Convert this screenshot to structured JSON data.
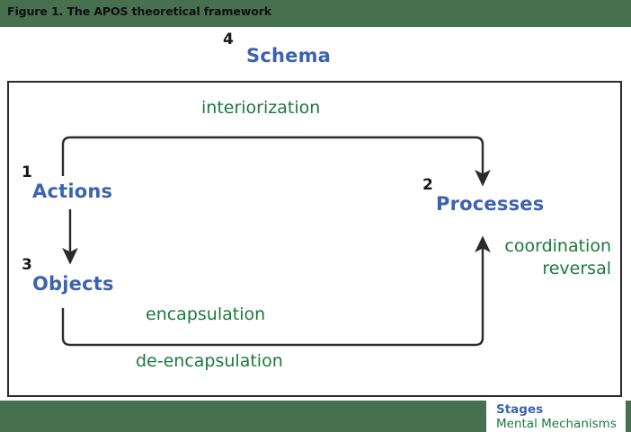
{
  "figure": {
    "caption": "Figure 1. The APOS theoretical framework",
    "title_bar_color": "#47704f",
    "stage_color": "#3c63b0",
    "mechanism_color": "#1a7a3c",
    "frame_color": "#2b2b2b"
  },
  "schema": {
    "number": "4",
    "label": "Schema"
  },
  "stages": [
    {
      "number": "1",
      "label": "Actions",
      "icon": "stage-node-icon"
    },
    {
      "number": "2",
      "label": "Processes",
      "icon": "stage-node-icon"
    },
    {
      "number": "3",
      "label": "Objects",
      "icon": "stage-node-icon"
    }
  ],
  "mechanisms": {
    "interiorization": "interiorization",
    "encapsulation": "encapsulation",
    "de_encapsulation": "de-encapsulation",
    "coordination": "coordination",
    "reversal": "reversal"
  },
  "legend": {
    "stages_label": "Stages",
    "mechanisms_label": "Mental Mechanisms"
  },
  "chart_data": {
    "type": "diagram",
    "title": "Figure 1. The APOS theoretical framework",
    "nodes": [
      {
        "id": 1,
        "label": "Actions",
        "number": "1"
      },
      {
        "id": 2,
        "label": "Processes",
        "number": "2"
      },
      {
        "id": 3,
        "label": "Objects",
        "number": "3"
      },
      {
        "id": 4,
        "label": "Schema",
        "number": "4"
      }
    ],
    "edges": [
      {
        "from": "Actions",
        "to": "Processes",
        "label": "interiorization"
      },
      {
        "from": "Actions",
        "to": "Objects",
        "label": ""
      },
      {
        "from": "Objects",
        "to": "Processes",
        "label": "encapsulation / de-encapsulation"
      },
      {
        "from": "Processes",
        "to": "Processes",
        "label": "coordination reversal"
      }
    ]
  }
}
